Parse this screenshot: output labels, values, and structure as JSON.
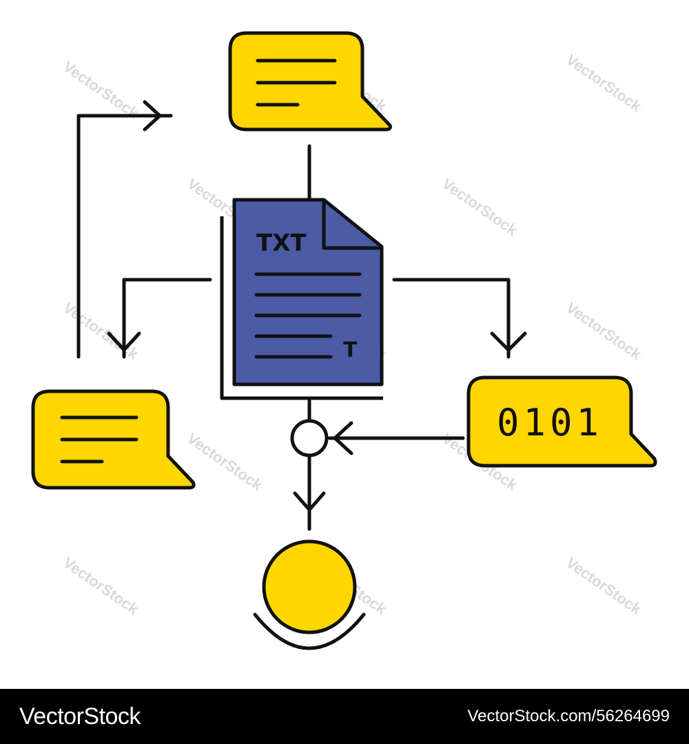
{
  "document": {
    "type_label": "TXT",
    "corner_glyph": "T"
  },
  "binary_bubble": {
    "text": "0101"
  },
  "watermark": {
    "text": "VectorStock"
  },
  "footer": {
    "brand": "VectorStock",
    "url": "VectorStock.com/56264699"
  },
  "colors": {
    "yellow": "#FFD600",
    "blue": "#4B5BA6",
    "stroke": "#111111",
    "footer_bg": "#000000"
  },
  "icons": [
    "speech-bubble-icon",
    "text-document-icon",
    "binary-code-icon",
    "flow-arrow-icon",
    "junction-node-icon",
    "user-icon"
  ]
}
